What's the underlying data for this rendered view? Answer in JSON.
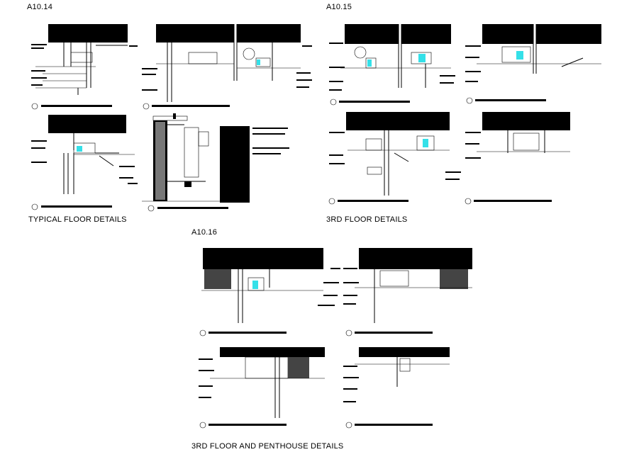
{
  "sheets": [
    {
      "code": "A10.14",
      "title": "TYPICAL FLOOR DETAILS"
    },
    {
      "code": "A10.15",
      "title": "3RD FLOOR DETAILS"
    },
    {
      "code": "A10.16",
      "title": "3RD FLOOR AND PENTHOUSE DETAILS"
    }
  ],
  "colors": {
    "ink": "#000000",
    "glazing": "#34e0e8",
    "paper": "#ffffff"
  }
}
